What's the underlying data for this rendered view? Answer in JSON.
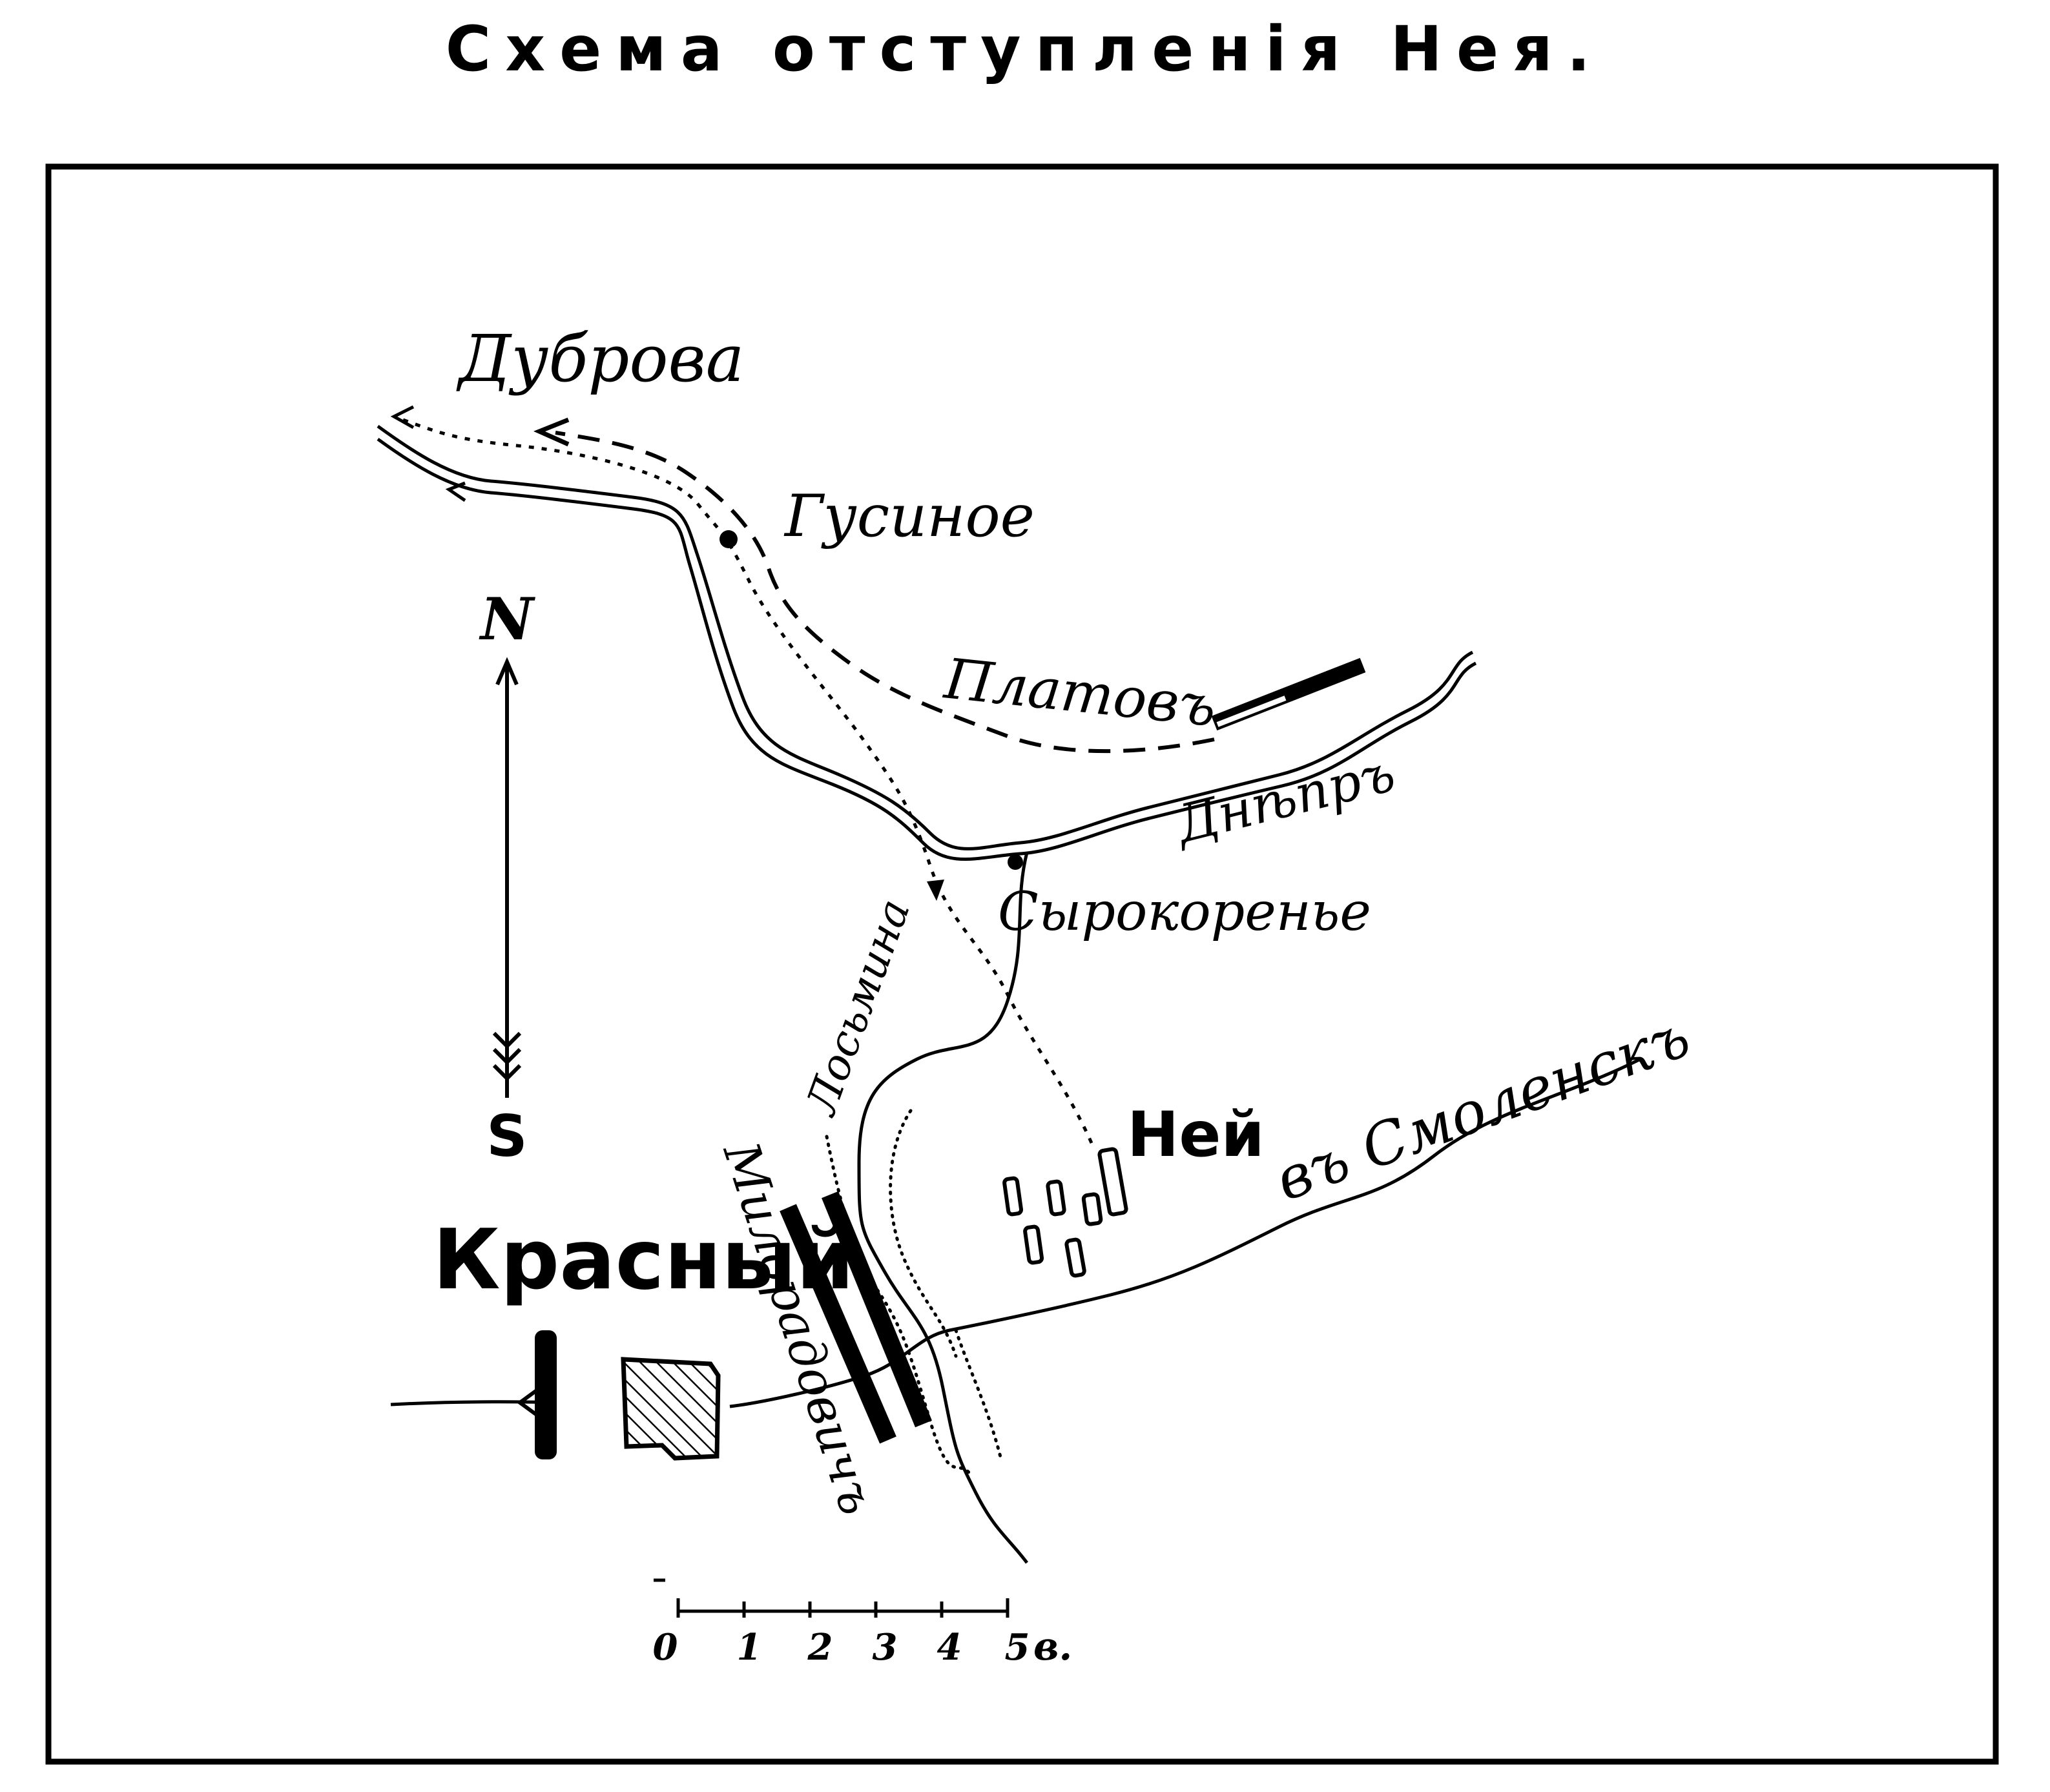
{
  "title": "Схема отступленія Нея.",
  "labels": {
    "dubrova": "Дуброва",
    "gusinoe": "Гусиное",
    "platov": "Платовъ",
    "dnepr": "Днѣпръ",
    "syrokorenie": "Сырокоренье",
    "losmina": "Лосьмина",
    "ney": "Ней",
    "to_smolensk": "въ Смоленскъ",
    "krasny": "Красный",
    "miloradovich": "Милорадовичъ"
  },
  "compass": {
    "north": "N",
    "south": "S"
  },
  "scale": {
    "ticks": [
      "0",
      "1",
      "2",
      "3",
      "4",
      "5"
    ],
    "unit": "в."
  },
  "colors": {
    "ink": "#000000",
    "paper": "#ffffff"
  }
}
